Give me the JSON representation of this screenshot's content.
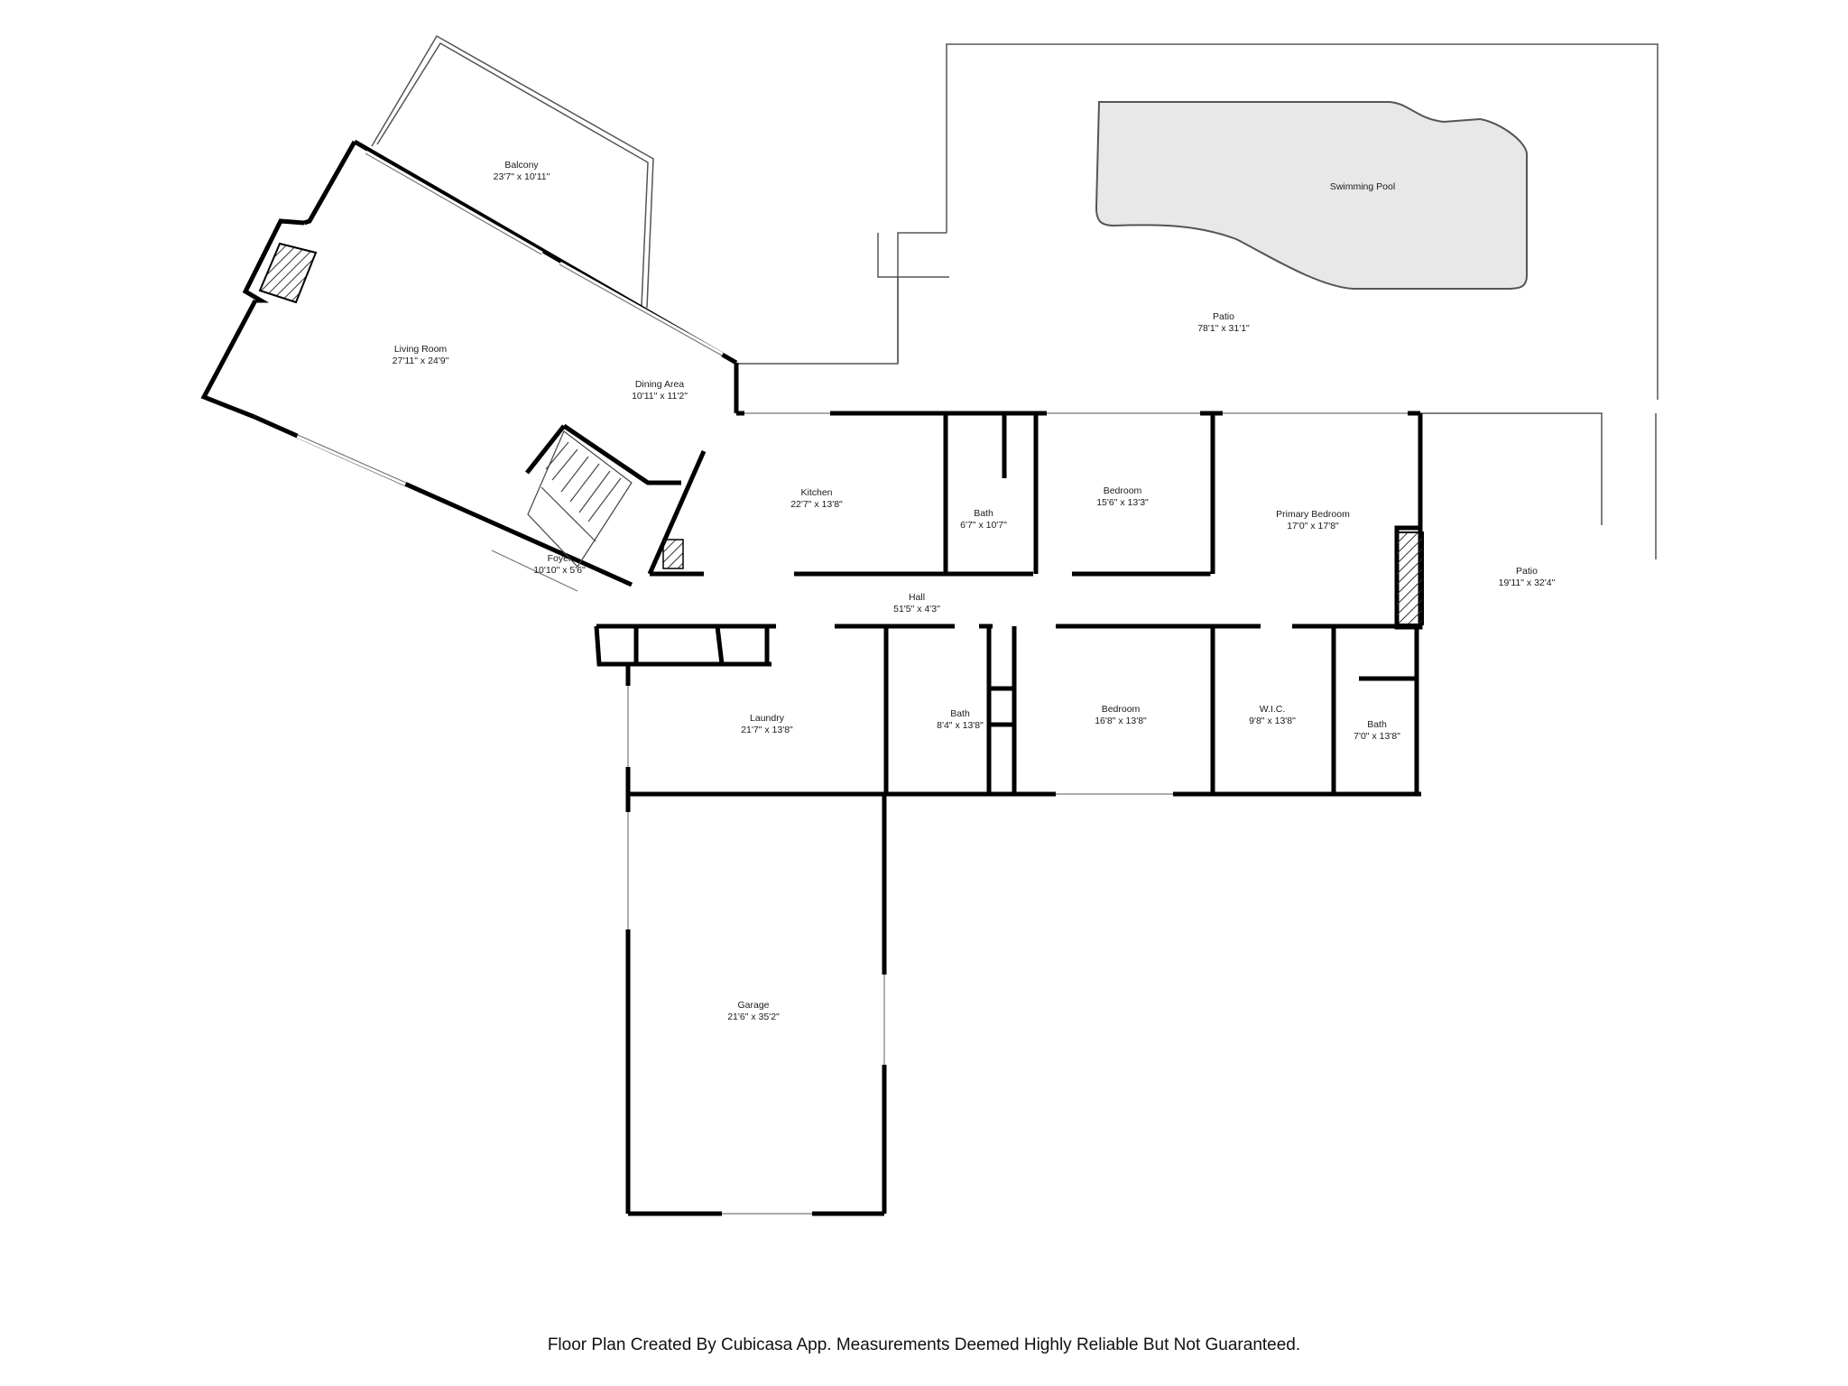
{
  "rooms": {
    "balcony": {
      "name": "Balcony",
      "dims": "23'7\" x 10'11\""
    },
    "living_room": {
      "name": "Living Room",
      "dims": "27'11\" x 24'9\""
    },
    "dining_area": {
      "name": "Dining Area",
      "dims": "10'11\" x 11'2\""
    },
    "foyer": {
      "name": "Foyer",
      "dims": "10'10\" x 5'6\""
    },
    "kitchen": {
      "name": "Kitchen",
      "dims": "22'7\" x 13'8\""
    },
    "bath_a": {
      "name": "Bath",
      "dims": "6'7\" x 10'7\""
    },
    "bedroom_a": {
      "name": "Bedroom",
      "dims": "15'6\" x 13'3\""
    },
    "primary_bedroom": {
      "name": "Primary Bedroom",
      "dims": "17'0\" x 17'8\""
    },
    "hall": {
      "name": "Hall",
      "dims": "51'5\" x 4'3\""
    },
    "patio_top": {
      "name": "Patio",
      "dims": "78'1\" x 31'1\""
    },
    "swimming_pool": {
      "name": "Swimming Pool"
    },
    "patio_right": {
      "name": "Patio",
      "dims": "19'11\" x 32'4\""
    },
    "laundry": {
      "name": "Laundry",
      "dims": "21'7\" x 13'8\""
    },
    "bath_b": {
      "name": "Bath",
      "dims": "8'4\" x 13'8\""
    },
    "bedroom_b": {
      "name": "Bedroom",
      "dims": "16'8\" x 13'8\""
    },
    "wic": {
      "name": "W.I.C.",
      "dims": "9'8\" x 13'8\""
    },
    "bath_c": {
      "name": "Bath",
      "dims": "7'0\" x 13'8\""
    },
    "garage": {
      "name": "Garage",
      "dims": "21'6\" x 35'2\""
    }
  },
  "footer": {
    "text": "Floor Plan Created By Cubicasa App. Measurements Deemed Highly Reliable But Not Guaranteed."
  },
  "colors": {
    "wall": "#000000",
    "outline": "#555555",
    "pool": "#e8e8e8"
  }
}
